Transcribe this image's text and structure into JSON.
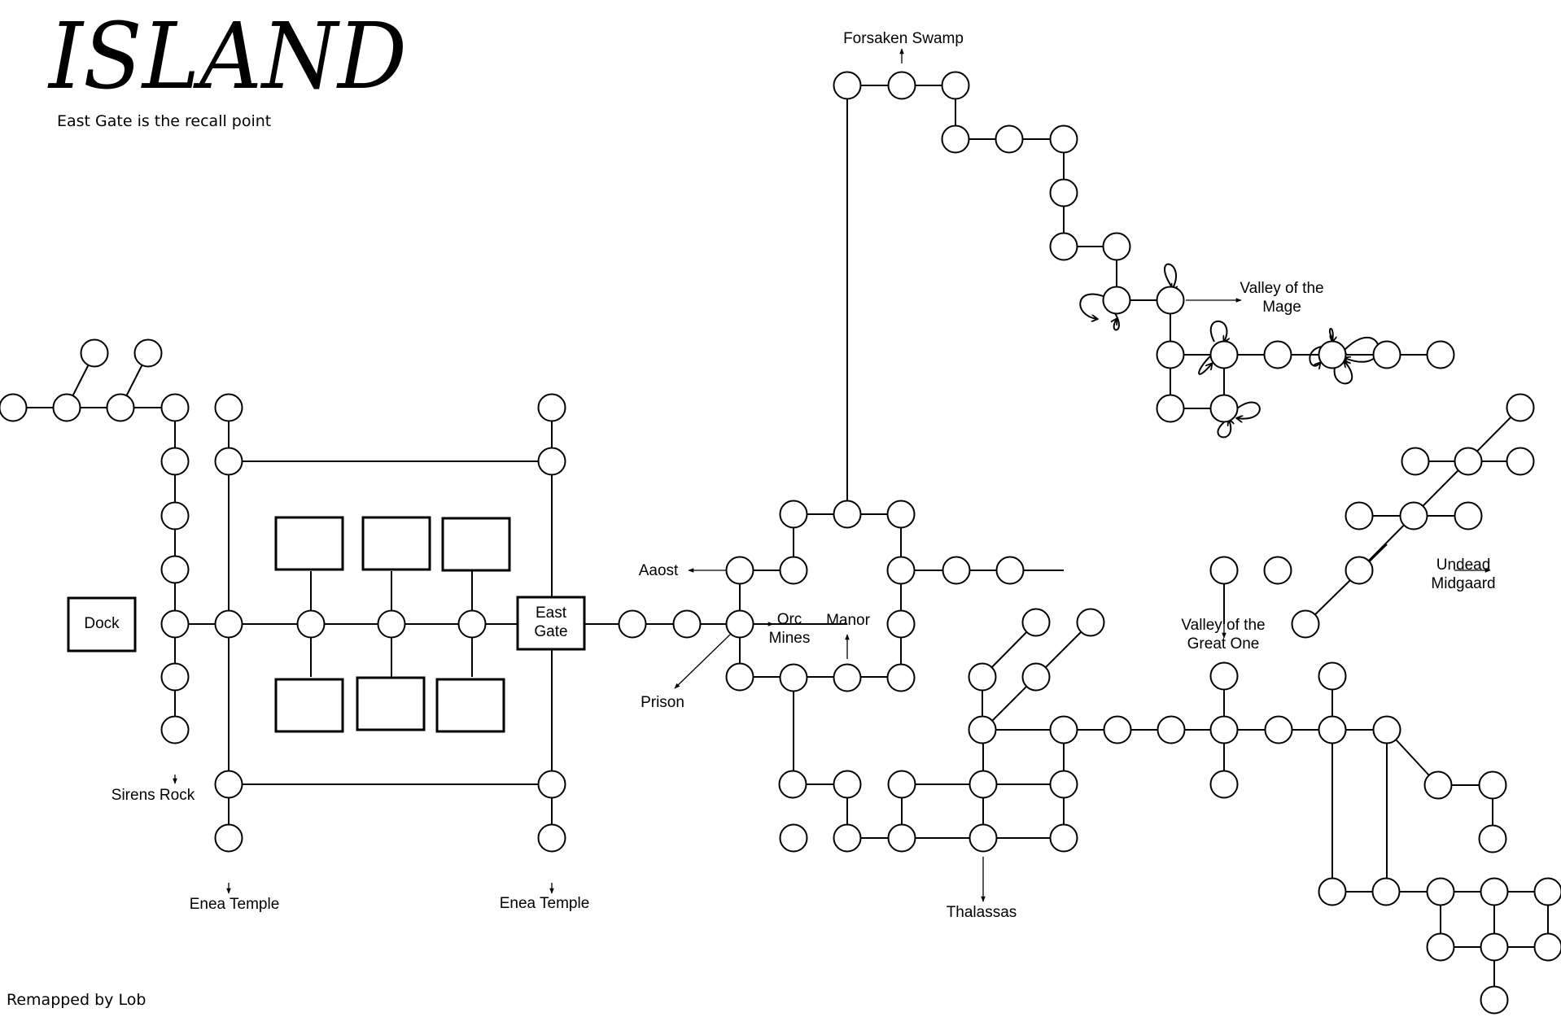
{
  "map_title": "ISLAND",
  "recall_note": "East Gate is the recall point",
  "credit": "Remapped by Lob",
  "labels": {
    "dock": "Dock",
    "east_gate_1": "East",
    "east_gate_2": "Gate",
    "forsaken_swamp": "Forsaken Swamp",
    "valley_mage_1": "Valley of the",
    "valley_mage_2": "Mage",
    "aaost": "Aaost",
    "orc_mines_1": "Orc",
    "orc_mines_2": "Mines",
    "manor": "Manor",
    "prison": "Prison",
    "undead_midgaard_1": "Undead",
    "undead_midgaard_2": "Midgaard",
    "valley_great_1": "Valley of the",
    "valley_great_2": "Great One",
    "sirens_rock": "Sirens Rock",
    "enea_temple_west": "Enea Temple",
    "enea_temple_east": "Enea Temple",
    "thalassas": "Thalassas"
  }
}
